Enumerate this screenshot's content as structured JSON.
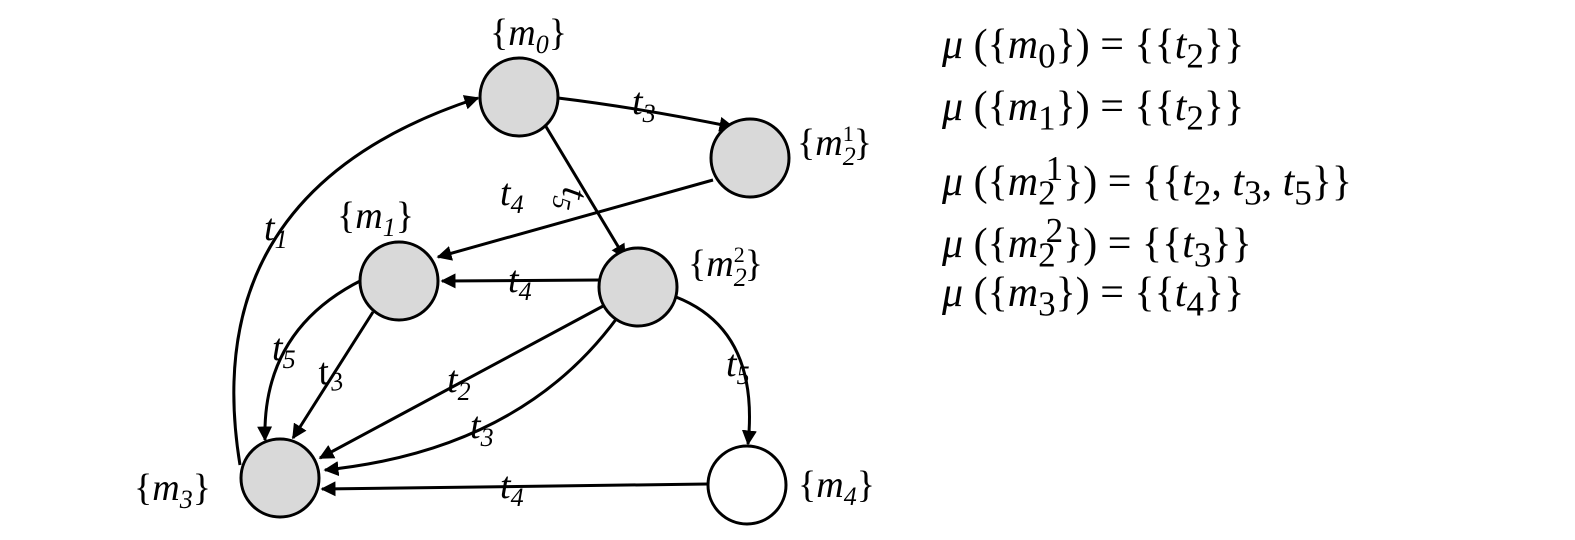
{
  "nodes": [
    {
      "id": "m0",
      "label": "{m0}",
      "fill": "#d9d9d9"
    },
    {
      "id": "m1",
      "label": "{m1}",
      "fill": "#d9d9d9"
    },
    {
      "id": "m21",
      "label": "{m2^1}",
      "fill": "#d9d9d9"
    },
    {
      "id": "m22",
      "label": "{m2^2}",
      "fill": "#d9d9d9"
    },
    {
      "id": "m3",
      "label": "{m3}",
      "fill": "#d9d9d9"
    },
    {
      "id": "m4",
      "label": "{m4}",
      "fill": "#ffffff"
    }
  ],
  "edges": [
    {
      "from": "m0",
      "to": "m21",
      "label": "t3"
    },
    {
      "from": "m0",
      "to": "m22",
      "label": "t5"
    },
    {
      "from": "m21",
      "to": "m1",
      "label": "t4"
    },
    {
      "from": "m22",
      "to": "m1",
      "label": "t4"
    },
    {
      "from": "m1",
      "to": "m3",
      "label": "t5"
    },
    {
      "from": "m1",
      "to": "m3",
      "label": "t3"
    },
    {
      "from": "m22",
      "to": "m3",
      "label": "t2"
    },
    {
      "from": "m22",
      "to": "m3",
      "label": "t3"
    },
    {
      "from": "m22",
      "to": "m4",
      "label": "t5"
    },
    {
      "from": "m4",
      "to": "m3",
      "label": "t4"
    },
    {
      "from": "m3",
      "to": "m0",
      "label": "t1"
    }
  ],
  "equations": [
    {
      "lhs": "μ ({m0})",
      "rhs": "{{t2}}"
    },
    {
      "lhs": "μ ({m1})",
      "rhs": "{{t2}}"
    },
    {
      "lhs": "μ ({m2^1})",
      "rhs": "{{t2, t3, t5}}"
    },
    {
      "lhs": "μ ({m2^2})",
      "rhs": "{{t3}}"
    },
    {
      "lhs": "μ ({m3})",
      "rhs": "{{t4}}"
    }
  ],
  "colors": {
    "visited_node": "#d9d9d9",
    "unvisited_node": "#ffffff",
    "stroke": "#000000"
  }
}
